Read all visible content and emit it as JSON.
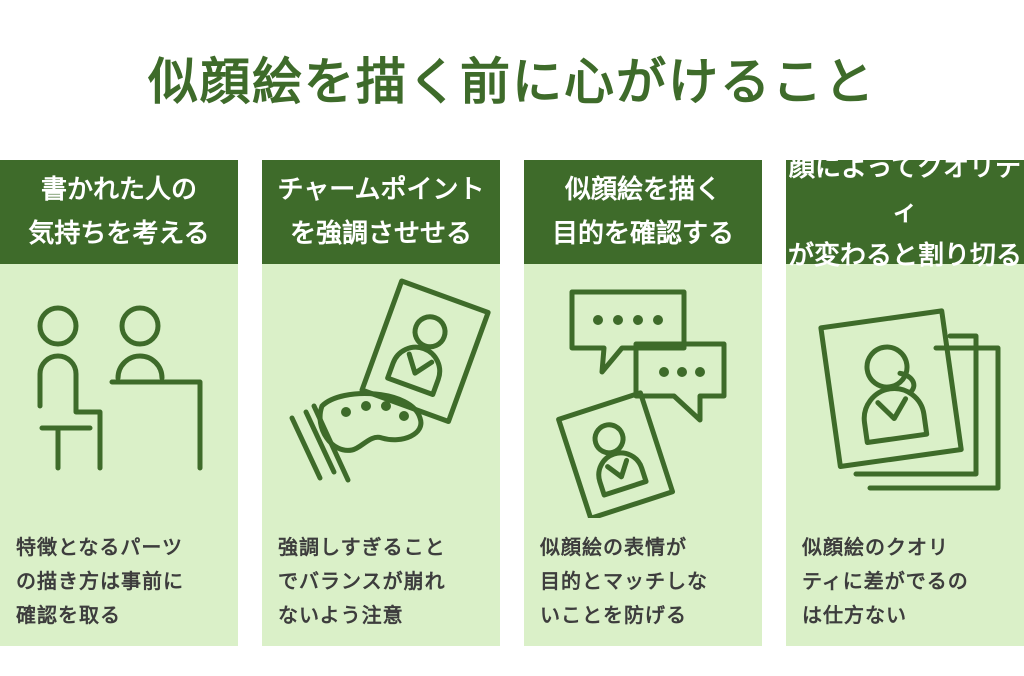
{
  "title": "似顔絵を描く前に心がけること",
  "colors": {
    "accent": "#3e6b2a",
    "card_bg": "#daf0c8",
    "text": "#3d3d3d"
  },
  "cards": [
    {
      "heading": [
        "書かれた人の",
        "気持ちを考える"
      ],
      "icon": "people-at-table-icon",
      "description": [
        "特徴となるパーツ",
        "の描き方は事前に",
        "確認を取る"
      ]
    },
    {
      "heading": [
        "チャームポイント",
        "を強調させせる"
      ],
      "icon": "portrait-and-palette-icon",
      "description": [
        "強調しすぎること",
        "でバランスが崩れ",
        "ないよう注意"
      ]
    },
    {
      "heading": [
        "似顔絵を描く",
        "目的を確認する"
      ],
      "icon": "speech-bubbles-portrait-icon",
      "description": [
        "似顔絵の表情が",
        "目的とマッチしな",
        "いことを防げる"
      ]
    },
    {
      "heading": [
        "顔によってクオリティ",
        "が変わると割り切る"
      ],
      "icon": "stacked-portraits-icon",
      "description": [
        "似顔絵のクオリ",
        "ティに差がでるの",
        "は仕方ない"
      ]
    }
  ]
}
